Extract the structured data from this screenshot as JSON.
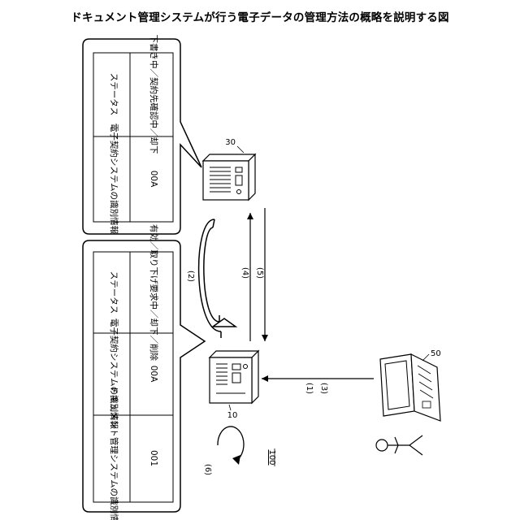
{
  "title": "ドキュメント管理システムが行う電子データの管理方法の概略を説明する図",
  "top_table": {
    "header": [
      "電子契約システムの識別情報",
      "ステータス"
    ],
    "row": [
      "00A",
      "下書き中／契約先確認中／却下"
    ]
  },
  "bottom_table": {
    "header": [
      "ドキュメント管理システムの識別情報",
      "電子契約システムの識別情報",
      "ステータス"
    ],
    "row": [
      "001",
      "00A",
      "有効／取り下げ要求中／却下／削除"
    ]
  },
  "refs": {
    "server_top": "30",
    "server_main": "10",
    "laptop": "50",
    "system": "100"
  },
  "steps": {
    "s1": "(1)",
    "s2": "(2)",
    "s3": "(3)",
    "s4": "(4)",
    "s5": "(5)",
    "s6": "(6)"
  }
}
